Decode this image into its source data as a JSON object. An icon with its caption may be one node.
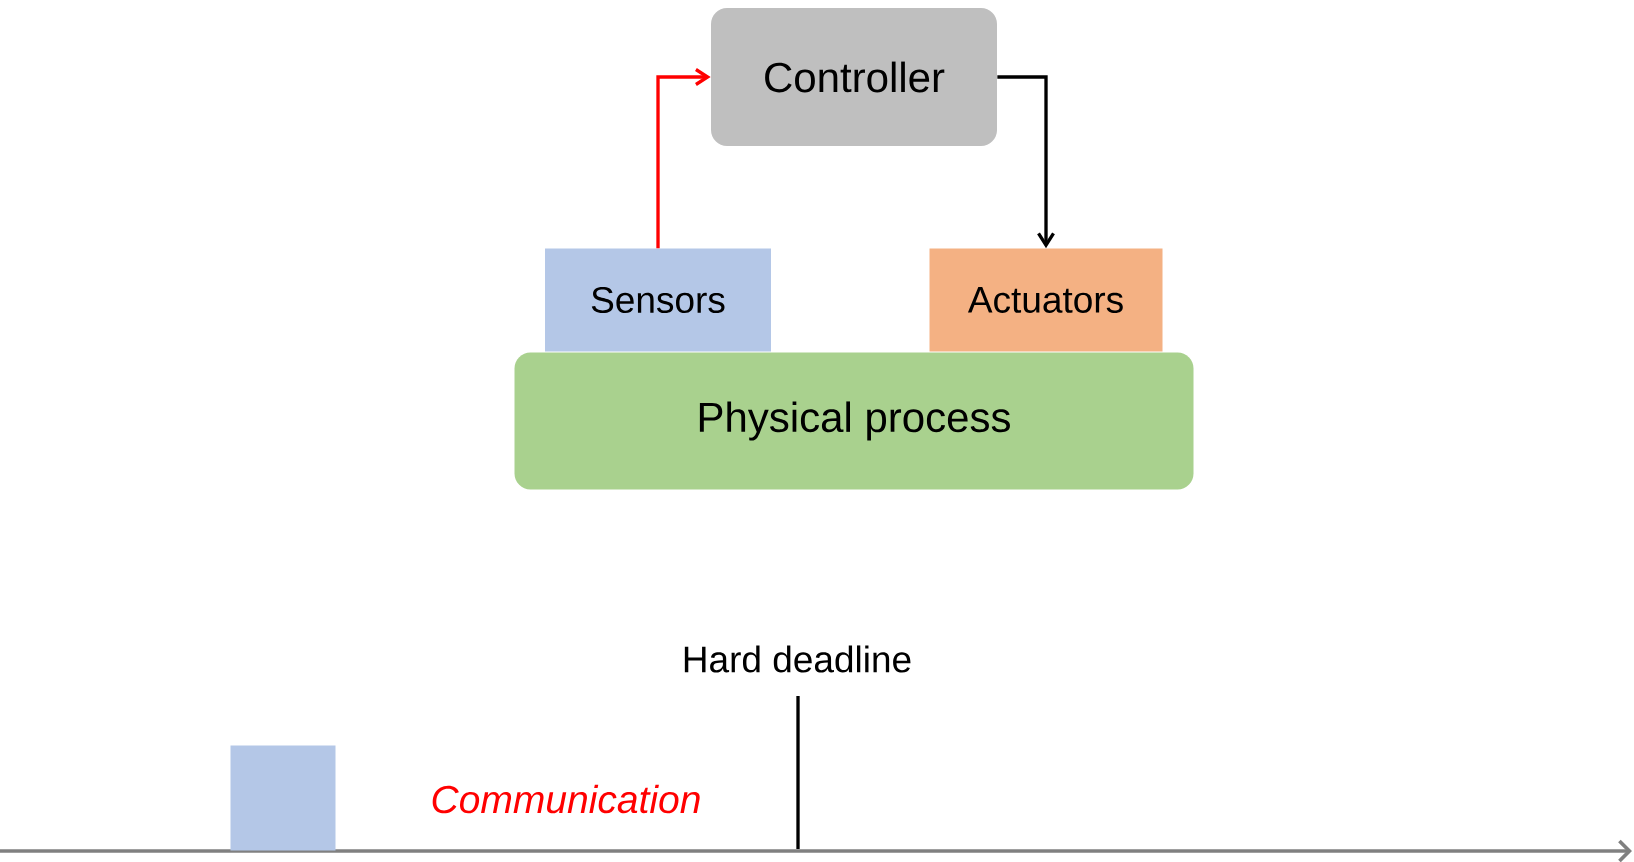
{
  "diagram": {
    "nodes": [
      {
        "text": [
          "Controller"
        ]
      },
      {
        "text": [
          "Sensors"
        ]
      },
      {
        "text": [
          "Actuators"
        ]
      },
      {
        "text": [
          "Physical process"
        ]
      },
      {
        "text": [],
        "shape": "box"
      }
    ],
    "edges": [
      {
        "from": 1,
        "to": 0,
        "arrow": "to",
        "color": "#ff0000"
      },
      {
        "from": 0,
        "to": 2,
        "arrow": "to",
        "color": "#000000"
      }
    ],
    "labels": [
      "Hard deadline",
      "Communication"
    ]
  }
}
